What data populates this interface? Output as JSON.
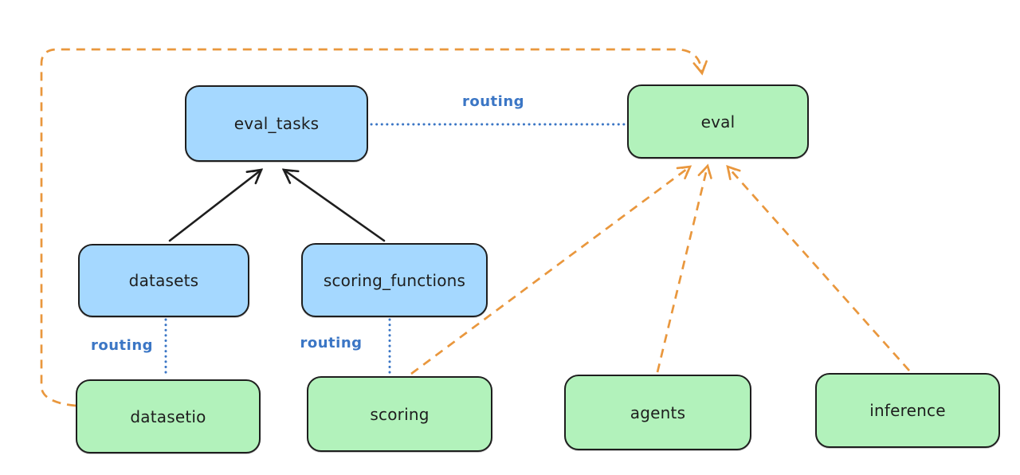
{
  "diagram": {
    "nodes": [
      {
        "id": "eval_tasks",
        "label": "eval_tasks",
        "color": "blue"
      },
      {
        "id": "eval",
        "label": "eval",
        "color": "green"
      },
      {
        "id": "datasets",
        "label": "datasets",
        "color": "blue"
      },
      {
        "id": "scoring_functions",
        "label": "scoring_functions",
        "color": "blue"
      },
      {
        "id": "datasetio",
        "label": "datasetio",
        "color": "green"
      },
      {
        "id": "scoring",
        "label": "scoring",
        "color": "green"
      },
      {
        "id": "agents",
        "label": "agents",
        "color": "green"
      },
      {
        "id": "inference",
        "label": "inference",
        "color": "green"
      }
    ],
    "edges": [
      {
        "from": "datasets",
        "to": "eval_tasks",
        "style": "solid",
        "color": "black",
        "label": ""
      },
      {
        "from": "scoring_functions",
        "to": "eval_tasks",
        "style": "solid",
        "color": "black",
        "label": ""
      },
      {
        "from": "eval_tasks",
        "to": "eval",
        "style": "dotted",
        "color": "blue",
        "label": "routing"
      },
      {
        "from": "datasets",
        "to": "datasetio",
        "style": "dotted",
        "color": "blue",
        "label": "routing"
      },
      {
        "from": "scoring_functions",
        "to": "scoring",
        "style": "dotted",
        "color": "blue",
        "label": "routing"
      },
      {
        "from": "datasetio",
        "to": "eval",
        "style": "dashed",
        "color": "orange",
        "label": ""
      },
      {
        "from": "scoring",
        "to": "eval",
        "style": "dashed",
        "color": "orange",
        "label": ""
      },
      {
        "from": "agents",
        "to": "eval",
        "style": "dashed",
        "color": "orange",
        "label": ""
      },
      {
        "from": "inference",
        "to": "eval",
        "style": "dashed",
        "color": "orange",
        "label": ""
      }
    ],
    "colors": {
      "node_blue": "#a5d8ff",
      "node_green": "#b2f2bb",
      "stroke_dark": "#1e1e1e",
      "routing_blue": "#3b76c5",
      "flow_orange": "#e9973d",
      "canvas_bg": "#ffffff"
    }
  }
}
